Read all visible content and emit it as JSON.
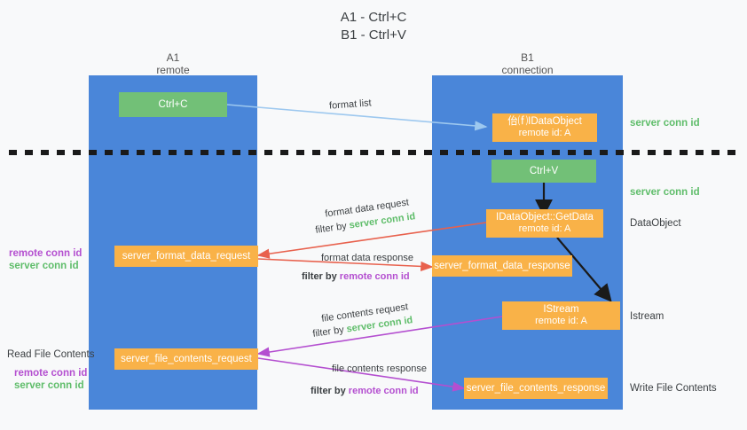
{
  "title": {
    "line1": "A1 - Ctrl+C",
    "line2": "B1 - Ctrl+V"
  },
  "colors": {
    "background": "#f8f9fa",
    "column": "#4a86d9",
    "node_green": "#72c077",
    "node_orange": "#f9b248",
    "server_conn_id": "#5fbd6a",
    "remote_conn_id": "#b44fd0",
    "arrow_blue": "#9dc8ef",
    "arrow_red": "#e8614d",
    "arrow_purple": "#b44fd0",
    "arrow_black": "#1a1a1a",
    "divider": "#1a1a1a"
  },
  "columns": [
    {
      "name": "A1",
      "sub": "remote"
    },
    {
      "name": "B1",
      "sub": "connection"
    }
  ],
  "nodes": {
    "ctrl_c": {
      "label": "Ctrl+C"
    },
    "idataobject": {
      "l1": "佁⒡IDataObject",
      "l2": "remote id: A"
    },
    "ctrl_v": {
      "label": "Ctrl+V"
    },
    "getdata": {
      "l1": "IDataObject::GetData",
      "l2": "remote id: A"
    },
    "istream": {
      "l1": "IStream",
      "l2": "remote id: A"
    },
    "fmt_req": {
      "label": "server_format_data_request"
    },
    "fmt_resp": {
      "label": "server_format_data_response"
    },
    "file_req": {
      "label": "server_file_contents_request"
    },
    "file_resp": {
      "label": "server_file_contents_response"
    }
  },
  "right_labels": [
    {
      "text": "server conn id",
      "style": "server"
    },
    {
      "text": "server conn id",
      "style": "server"
    },
    {
      "text": "DataObject",
      "style": "plain"
    },
    {
      "text": "Istream",
      "style": "plain"
    },
    {
      "text": "Write File Contents",
      "style": "plain"
    }
  ],
  "left_labels": {
    "group1_remote": "remote conn id",
    "group1_server": "server conn id",
    "read_file_contents": "Read File Contents",
    "group2_remote": "remote conn id",
    "group2_server": "server conn id"
  },
  "edges": {
    "format_list": "format list",
    "fmt_req_line1": "format data request",
    "fmt_req_filter_prefix": "filter by ",
    "fmt_req_filter_value": "server conn id",
    "fmt_resp_line1": "format data response",
    "fmt_resp_filter_prefix": "filter by ",
    "fmt_resp_filter_value": "remote conn id",
    "file_req_line1": "file contents request",
    "file_req_filter_prefix": "filter by ",
    "file_req_filter_value": "server conn id",
    "file_resp_line1": "file contents response",
    "file_resp_filter_prefix": "filter by ",
    "file_resp_filter_value": "remote conn id"
  }
}
